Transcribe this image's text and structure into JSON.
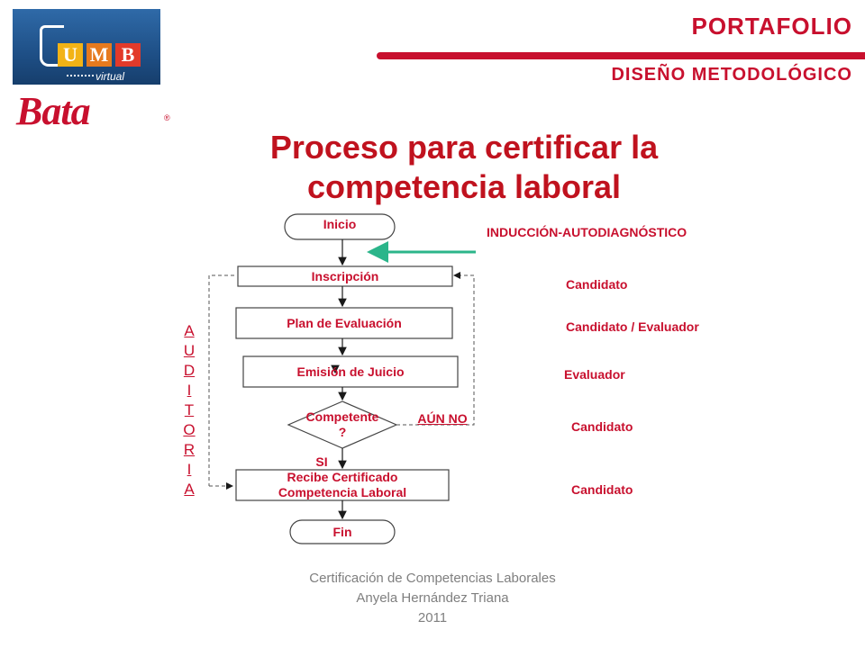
{
  "header": {
    "title": "PORTAFOLIO",
    "subtitle": "DISEÑO METODOLÓGICO"
  },
  "logos": {
    "umb_letters": [
      "U",
      "M",
      "B"
    ],
    "umb_virtual": "virtual",
    "bata": "Bata",
    "bata_registered": "®"
  },
  "main": {
    "title_line1": "Proceso para certificar la",
    "title_line2": "competencia laboral"
  },
  "flow": {
    "start": "Inicio",
    "inscripcion": "Inscripción",
    "plan": "Plan de Evaluación",
    "emision": "Emisión de Juicio",
    "decision_line1": "Competente",
    "decision_line2": "?",
    "yes": "SI",
    "no": "AÚN NO",
    "recibe_line1": "Recibe Certificado",
    "recibe_line2": "Competencia Laboral",
    "end": "Fin",
    "induccion": "INDUCCIÓN-AUTODIAGNÓSTICO",
    "auditoria": [
      "A",
      "U",
      "D",
      "I",
      "T",
      "O",
      "R",
      "I",
      "A"
    ]
  },
  "roles": {
    "inscripcion": "Candidato",
    "plan": "Candidato / Evaluador",
    "emision": "Evaluador",
    "decision": "Candidato",
    "recibe": "Candidato"
  },
  "colors": {
    "accent": "#c8102e",
    "arrow_green": "#2bb58a",
    "footer": "#7f7f7f"
  },
  "footer": {
    "line1": "Certificación de Competencias Laborales",
    "line2": "Anyela Hernández Triana",
    "line3": "2011"
  }
}
